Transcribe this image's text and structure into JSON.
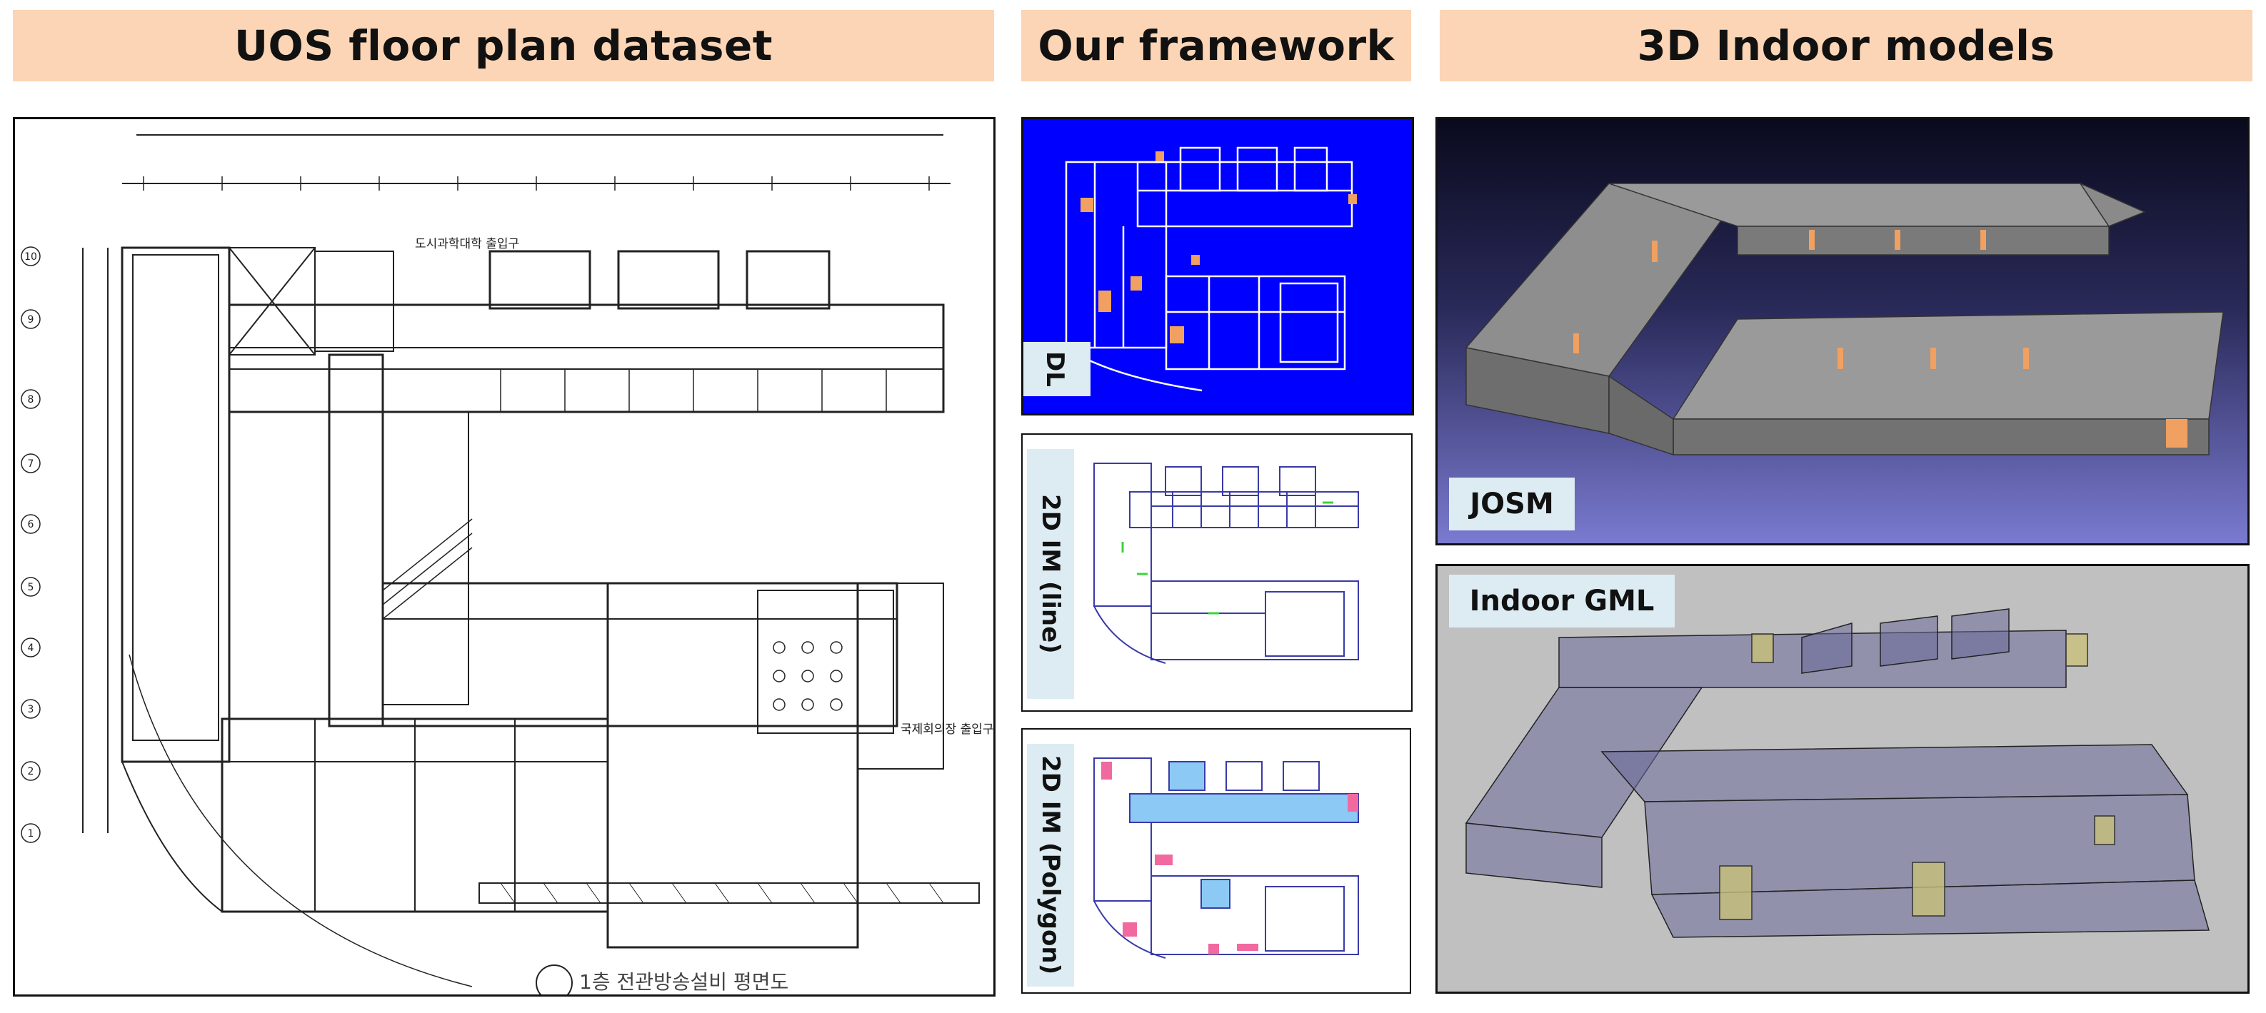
{
  "headers": {
    "dataset": "UOS floor plan dataset",
    "framework": "Our framework",
    "models": "3D Indoor models"
  },
  "framework_labels": {
    "dl": "DL",
    "line": "2D IM (line)",
    "polygon": "2D IM (Polygon)"
  },
  "model_labels": {
    "josm": "JOSM",
    "indoor_gml": "Indoor GML"
  },
  "floor_plan": {
    "caption": "1층 전관방송설비 평면도",
    "entrance_1": "도시과학대학 출입구",
    "entrance_2": "국제회의장 출입구",
    "row_labels": [
      "10",
      "9",
      "8",
      "7",
      "6",
      "5",
      "4",
      "3",
      "2",
      "1"
    ]
  },
  "colors": {
    "header_bg": "#fbd5b5",
    "label_bg": "#dcecf2",
    "dl_bg": "#0000ff",
    "door": "#f0a060",
    "josm_bg_top": "#0a0a1e",
    "josm_bg_bottom": "#7a7ad0",
    "gml_bg": "#c0c0c0",
    "gml_fill": "#6a6a9a"
  }
}
